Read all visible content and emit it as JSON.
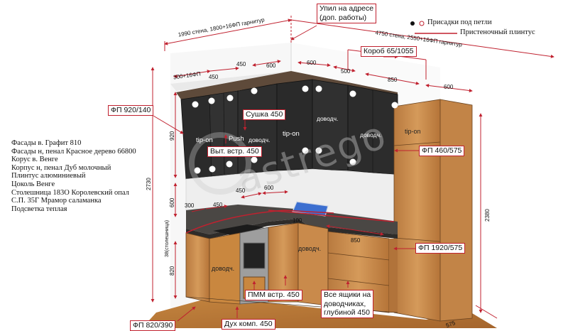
{
  "legend": {
    "holes_label": "Присадки под петли",
    "plinth_label": "Пристеночный плинтус"
  },
  "spec_list": [
    "Фасады в. Графит 810",
    "Фасады н, пенал Красное дерево 66800",
    "Корус в. Венге",
    "Корпус н, пенал Дуб молочный",
    "Плинтус алюминиевый",
    "Цоколь Венге",
    "Столешница 183О Королевский опал",
    "С.П. 35Г Мрамор саламанка",
    "Подсветка теплая"
  ],
  "callouts": {
    "upil": "Упил на адресе\n(доп. работы)",
    "korob": "Короб 65/1055",
    "fp_top_left": "ФП 920/140",
    "sushka": "Сушка 450",
    "vyt": "Выт. встр. 450",
    "fp_460": "ФП 460/575",
    "fp_1920": "ФП 1920/575",
    "pmm": "ПММ встр. 450",
    "yashchiki": "Все ящики на\nдоводчиках,\nглубиной 450",
    "dukh": "Дух комп. 450",
    "fp_820": "ФП 820/390"
  },
  "dimensions": {
    "wall_left": "1990 стена, 1800+16ФП гарнитур",
    "wall_right": "4750 стена, 2550+16ФП гарнитур",
    "d_300_16": "300+16ФП",
    "d_450_a": "450",
    "d_450_b": "450",
    "d_600_a": "600",
    "d_600_b": "600",
    "d_500": "500",
    "d_850_top": "850",
    "d_600_right": "600",
    "d_2730": "2730",
    "d_920": "920",
    "d_600_side": "600",
    "d_38": "38(столешница)",
    "d_820": "820",
    "d_2380": "2380",
    "d_300_low": "300",
    "d_450_low": "450",
    "d_450_low2": "450",
    "d_600_low": "600",
    "d_100": "100",
    "d_850_low": "850",
    "d_575": "575"
  },
  "facade_labels": {
    "tipon_1": "tip-on",
    "push": "Push",
    "dovod_1": "доводч.",
    "tipon_2": "tip-on",
    "dovod_2": "доводч.",
    "dovod_3": "доводч.",
    "tipon_3": "tip-on",
    "dovod_low_1": "доводч.",
    "dovod_low_2": "доводч."
  },
  "watermark": "astrego",
  "colors": {
    "accent_red": "#c0212f",
    "upper_facade": "#2b2b2b",
    "wood": "#c98a4b",
    "countertop": "#4a4744",
    "backsplash": "#eeeeee"
  }
}
